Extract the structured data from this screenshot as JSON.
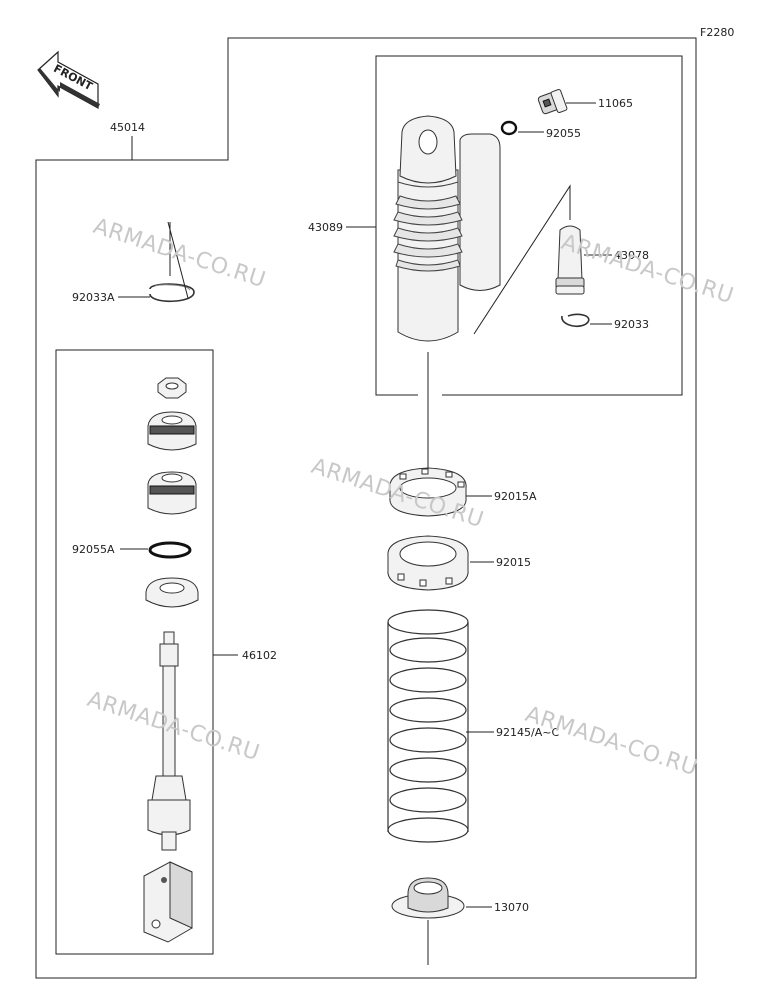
{
  "figure_code": "F2280",
  "front_badge": "FRONT",
  "watermark": "ARMADA-CO.RU",
  "parts": {
    "p45014": "45014",
    "p92033A": "92033A",
    "p43089": "43089",
    "p11065": "11065",
    "p92055": "92055",
    "p43078": "43078",
    "p92033": "92033",
    "p92015A": "92015A",
    "p92015": "92015",
    "p92055A": "92055A",
    "p46102": "46102",
    "p92145": "92145/A~C",
    "p13070": "13070"
  }
}
